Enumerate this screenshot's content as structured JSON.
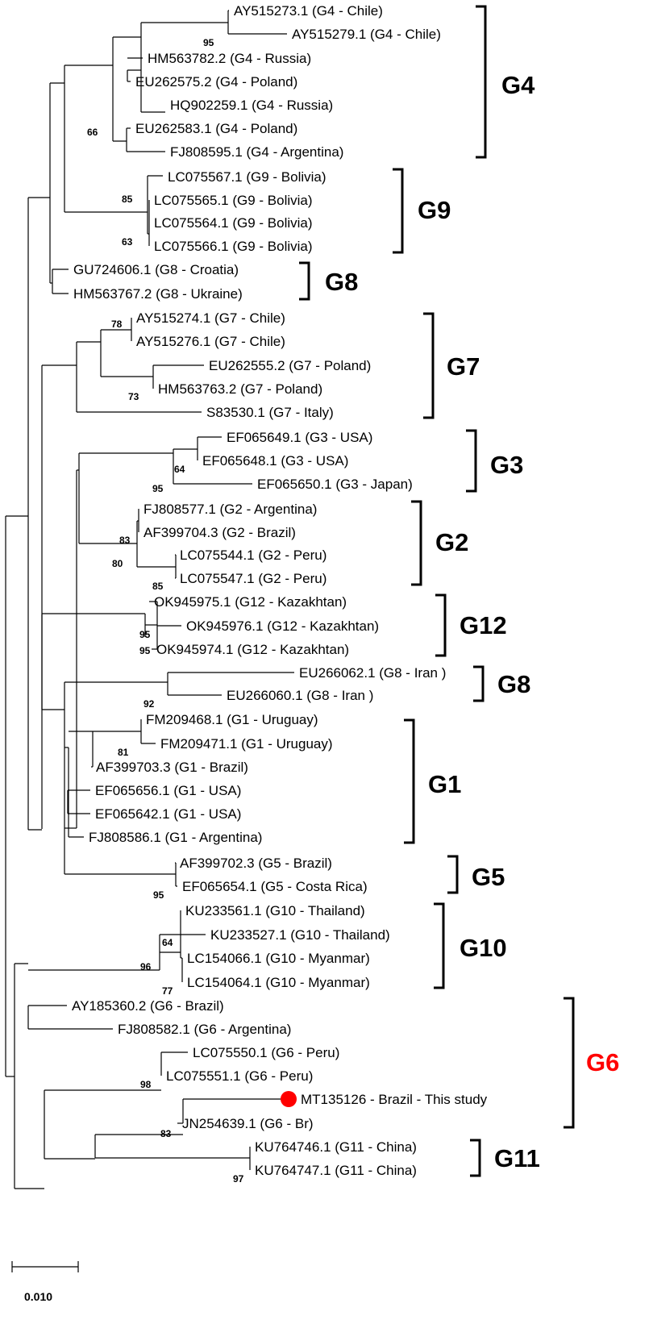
{
  "figure": {
    "leaves": [
      {
        "label": "AY515273.1 (G4 - Chile)"
      },
      {
        "label": "AY515279.1 (G4 - Chile)"
      },
      {
        "label": "HM563782.2 (G4 - Russia)"
      },
      {
        "label": "EU262575.2 (G4 - Poland)"
      },
      {
        "label": "HQ902259.1 (G4 - Russia)"
      },
      {
        "label": "EU262583.1 (G4 - Poland)"
      },
      {
        "label": "FJ808595.1 (G4 - Argentina)"
      },
      {
        "label": "LC075567.1 (G9 - Bolivia)"
      },
      {
        "label": "LC075565.1 (G9 - Bolivia)"
      },
      {
        "label": "LC075564.1 (G9 - Bolivia)"
      },
      {
        "label": "LC075566.1 (G9 - Bolivia)"
      },
      {
        "label": "GU724606.1 (G8 - Croatia)"
      },
      {
        "label": "HM563767.2 (G8 - Ukraine)"
      },
      {
        "label": "AY515274.1 (G7 - Chile)"
      },
      {
        "label": "AY515276.1 (G7 - Chile)"
      },
      {
        "label": "EU262555.2 (G7 - Poland)"
      },
      {
        "label": "HM563763.2 (G7 - Poland)"
      },
      {
        "label": "S83530.1 (G7 - Italy)"
      },
      {
        "label": "EF065649.1 (G3 - USA)"
      },
      {
        "label": "EF065648.1 (G3 - USA)"
      },
      {
        "label": "EF065650.1 (G3 - Japan)"
      },
      {
        "label": "FJ808577.1 (G2 - Argentina)"
      },
      {
        "label": "AF399704.3 (G2 - Brazil)"
      },
      {
        "label": "LC075544.1 (G2 - Peru)"
      },
      {
        "label": "LC075547.1 (G2 - Peru)"
      },
      {
        "label": "OK945975.1 (G12 - Kazakhtan)"
      },
      {
        "label": "OK945976.1 (G12 - Kazakhtan)"
      },
      {
        "label": "OK945974.1 (G12 - Kazakhtan)"
      },
      {
        "label": "EU266062.1 (G8 - Iran )"
      },
      {
        "label": "EU266060.1 (G8 - Iran )"
      },
      {
        "label": "FM209468.1 (G1 - Uruguay)"
      },
      {
        "label": "FM209471.1 (G1 - Uruguay)"
      },
      {
        "label": "AF399703.3 (G1 - Brazil)"
      },
      {
        "label": "EF065656.1 (G1 - USA)"
      },
      {
        "label": "EF065642.1 (G1 - USA)"
      },
      {
        "label": "FJ808586.1 (G1 - Argentina)"
      },
      {
        "label": "AF399702.3 (G5 - Brazil)"
      },
      {
        "label": "EF065654.1 (G5 - Costa Rica)"
      },
      {
        "label": "KU233561.1 (G10 - Thailand)"
      },
      {
        "label": "KU233527.1 (G10 - Thailand)"
      },
      {
        "label": "LC154066.1 (G10 - Myanmar)"
      },
      {
        "label": "LC154064.1 (G10 - Myanmar)"
      },
      {
        "label": "AY185360.2 (G6 - Brazil)"
      },
      {
        "label": "FJ808582.1 (G6 - Argentina)"
      },
      {
        "label": "LC075550.1 (G6 - Peru)"
      },
      {
        "label": "LC075551.1 (G6 - Peru)"
      },
      {
        "label": "MT135126 - Brazil - This study",
        "highlight": true
      },
      {
        "label": "JN254639.1 (G6 - Br)"
      },
      {
        "label": "KU764746.1 (G11 - China)"
      },
      {
        "label": "KU764747.1 (G11 - China)"
      }
    ],
    "bootstrap": [
      "95",
      "66",
      "85",
      "63",
      "78",
      "73",
      "64",
      "95",
      "83",
      "80",
      "85",
      "95",
      "95",
      "92",
      "81",
      "95",
      "64",
      "96",
      "77",
      "98",
      "83",
      "97"
    ],
    "groups": [
      {
        "label": "G4",
        "color": "#000000"
      },
      {
        "label": "G9",
        "color": "#000000"
      },
      {
        "label": "G8",
        "color": "#000000"
      },
      {
        "label": "G7",
        "color": "#000000"
      },
      {
        "label": "G3",
        "color": "#000000"
      },
      {
        "label": "G2",
        "color": "#000000"
      },
      {
        "label": "G12",
        "color": "#000000"
      },
      {
        "label": "G8",
        "color": "#000000"
      },
      {
        "label": "G1",
        "color": "#000000"
      },
      {
        "label": "G5",
        "color": "#000000"
      },
      {
        "label": "G10",
        "color": "#000000"
      },
      {
        "label": "G6",
        "color": "#ff0000"
      },
      {
        "label": "G11",
        "color": "#000000"
      }
    ],
    "highlight_color": "#ff0000",
    "scale": {
      "value": "0.010"
    }
  }
}
